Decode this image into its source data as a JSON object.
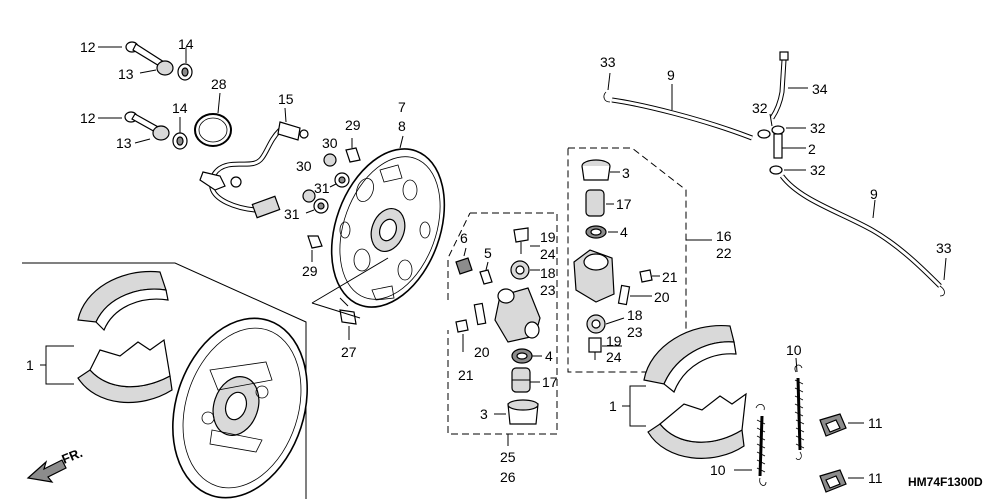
{
  "diagram_code": "HM74F1300D",
  "direction_marker": "FR.",
  "callouts": {
    "c12a": "12",
    "c14a": "14",
    "c13a": "13",
    "c12b": "12",
    "c14b": "14",
    "c13b": "13",
    "c28": "28",
    "c15": "15",
    "c29a": "29",
    "c30a": "30",
    "c31a": "31",
    "c30b": "30",
    "c31b": "31",
    "c29b": "29",
    "c7": "7",
    "c8": "8",
    "c27": "27",
    "c6": "6",
    "c5": "5",
    "c19a": "19",
    "c24a": "24",
    "c18a": "18",
    "c23a": "23",
    "c20a": "20",
    "c21a": "21",
    "c4a": "4",
    "c17a": "17",
    "c3a": "3",
    "c25": "25",
    "c26": "26",
    "c3b": "3",
    "c17b": "17",
    "c4b": "4",
    "c21b": "21",
    "c20b": "20",
    "c18b": "18",
    "c23b": "23",
    "c19b": "19",
    "c24b": "24",
    "c16": "16",
    "c22": "22",
    "c33a": "33",
    "c9a": "9",
    "c34": "34",
    "c32a": "32",
    "c32b": "32",
    "c2": "2",
    "c32c": "32",
    "c9b": "9",
    "c33b": "33",
    "c1a": "1",
    "c1b": "1",
    "c10a": "10",
    "c10b": "10",
    "c11a": "11",
    "c11b": "11"
  }
}
